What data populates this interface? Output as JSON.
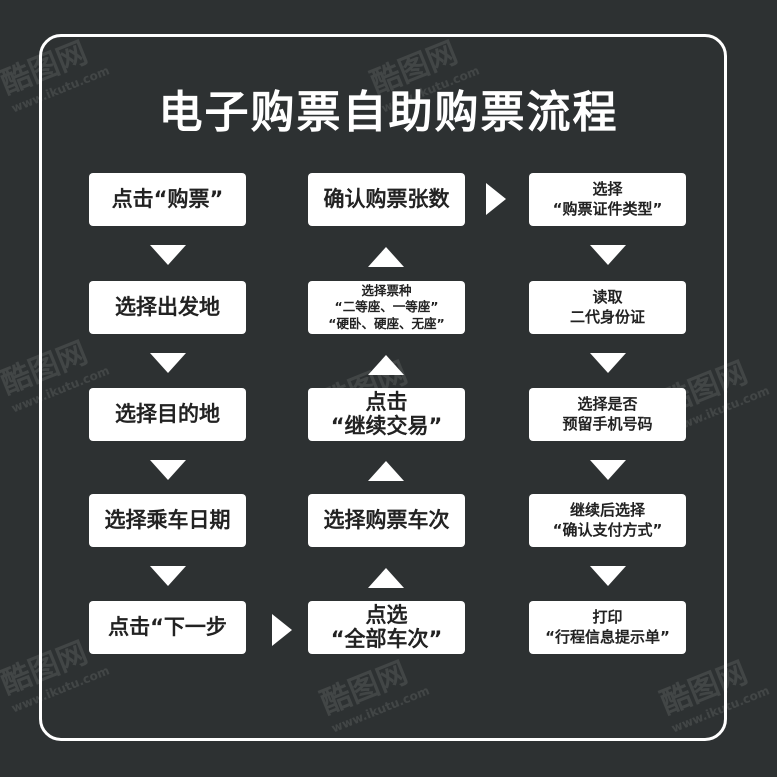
{
  "title": "电子购票自助购票流程",
  "watermark": {
    "brand": "酷图网",
    "url": "www.ikutu.com"
  },
  "col1": [
    {
      "lines": [
        "点击“购票”"
      ]
    },
    {
      "lines": [
        "选择出发地"
      ]
    },
    {
      "lines": [
        "选择目的地"
      ]
    },
    {
      "lines": [
        "选择乘车日期"
      ]
    },
    {
      "lines": [
        "点击“下一步"
      ]
    }
  ],
  "col2": [
    {
      "lines": [
        "确认购票张数"
      ]
    },
    {
      "lines": [
        "选择票种",
        "“二等座、一等座”",
        "“硬卧、硬座、无座”"
      ]
    },
    {
      "lines": [
        "点击",
        "“继续交易”"
      ]
    },
    {
      "lines": [
        "选择购票车次"
      ]
    },
    {
      "lines": [
        "点选",
        "“全部车次”"
      ]
    }
  ],
  "col3": [
    {
      "lines": [
        "选择",
        "“购票证件类型”"
      ]
    },
    {
      "lines": [
        "读取",
        "二代身份证"
      ]
    },
    {
      "lines": [
        "选择是否",
        "预留手机号码"
      ]
    },
    {
      "lines": [
        "继续后选择",
        "“确认支付方式”"
      ]
    },
    {
      "lines": [
        "打印",
        "“行程信息提示单”"
      ]
    }
  ]
}
